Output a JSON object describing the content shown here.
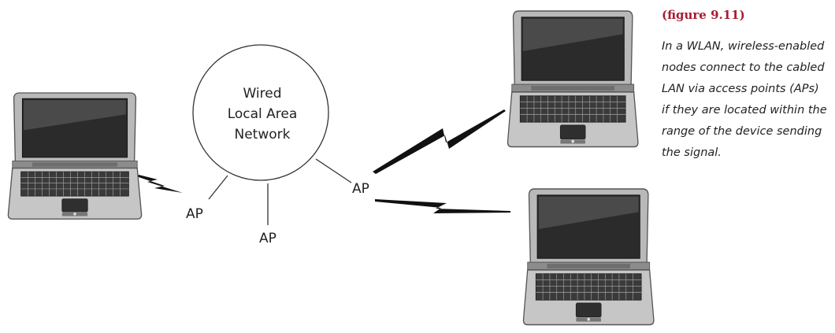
{
  "network": {
    "line1": "Wired",
    "line2": "Local Area",
    "line3": "Network"
  },
  "access_points": {
    "left": "AP",
    "bottom": "AP",
    "right": "AP"
  },
  "caption": {
    "title": "(figure 9.11)",
    "body": "In a WLAN, wireless-enabled nodes connect to the cabled LAN via access points (APs) if they are located within the range of the device sending the signal."
  }
}
